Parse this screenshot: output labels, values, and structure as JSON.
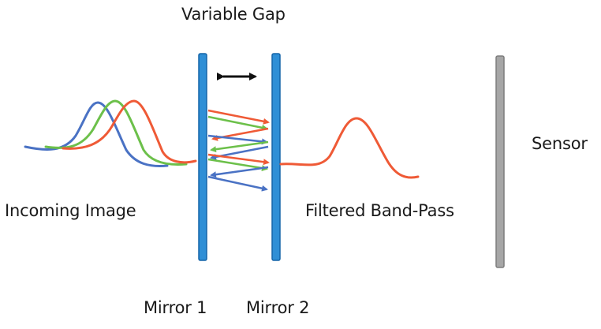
{
  "labels": {
    "variable_gap": "Variable Gap",
    "incoming_image": "Incoming Image",
    "filtered_band_pass": "Filtered Band-Pass",
    "sensor": "Sensor",
    "mirror_1": "Mirror 1",
    "mirror_2": "Mirror 2"
  },
  "colors": {
    "mirror": "#2f8fd6",
    "mirror_edge": "#1565a8",
    "sensor": "#9b9b9b",
    "blue_wave": "#4a72c4",
    "green_wave": "#6cc04a",
    "red_wave": "#ef5a36",
    "gap_arrow": "#111111"
  }
}
